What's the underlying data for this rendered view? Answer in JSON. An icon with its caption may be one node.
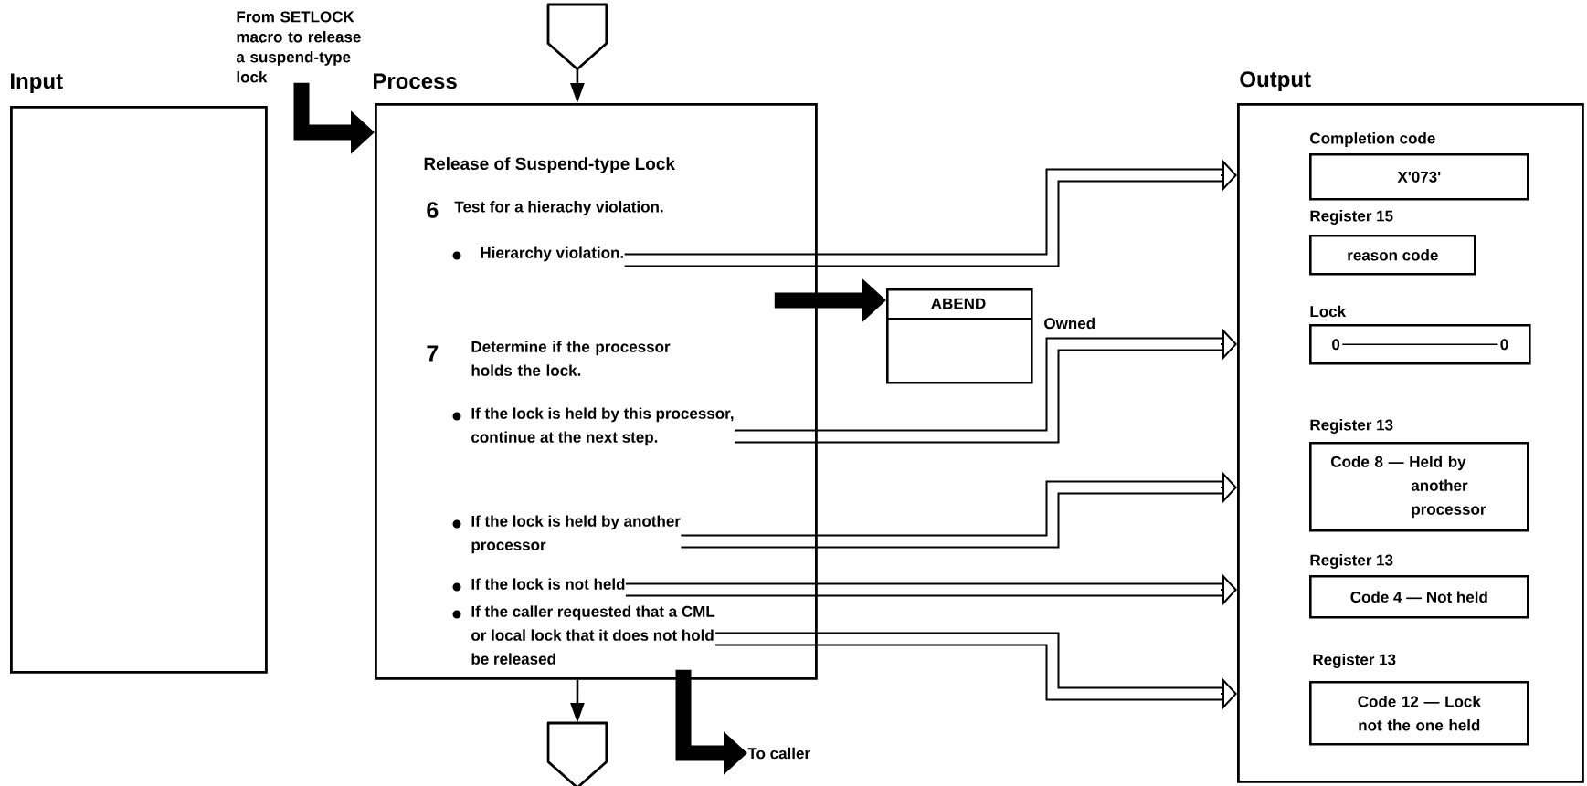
{
  "diagram": {
    "nodes": [
      {
        "text": [
          "Input"
        ]
      },
      {
        "text": [
          "From SETLOCK macro to release a suspend-type lock"
        ]
      },
      {
        "text": [],
        "shape": "pentagon"
      },
      {
        "text": [
          "Process",
          "Release of Suspend-type Lock",
          "6",
          "Test for a hierachy violation.",
          "7",
          "Determine if the processor holds the lock."
        ]
      },
      {
        "text": [
          "Hierarchy violation."
        ],
        "in": 3
      },
      {
        "text": [
          "If the lock is held by this processor, continue at the next step."
        ],
        "in": 3
      },
      {
        "text": [
          "If the lock is held by another processor"
        ],
        "in": 3
      },
      {
        "text": [
          "If the lock is not held"
        ],
        "in": 3
      },
      {
        "text": [
          "If the caller requested that a CML or local lock that it does not hold be released"
        ],
        "in": 3
      },
      {
        "text": [
          "ABEND"
        ]
      },
      {
        "text": [
          "Output"
        ]
      },
      {
        "text": [
          "Completion code",
          "X'073'"
        ],
        "in": 10
      },
      {
        "text": [
          "Register 15",
          "reason code"
        ],
        "in": 10
      },
      {
        "text": [
          "Lock",
          "0",
          "0"
        ],
        "in": 10
      },
      {
        "text": [
          "Register 13",
          "Code 8 — Held by another processor"
        ],
        "in": 10
      },
      {
        "text": [
          "Register 13",
          "Code 4 — Not held"
        ],
        "in": 10
      },
      {
        "text": [
          "Register 13",
          "Code 12 — Lock not the one held"
        ],
        "in": 10
      },
      {
        "text": [],
        "shape": "pentagon"
      },
      {
        "text": [
          "To caller"
        ]
      }
    ],
    "edges": [
      {
        "from": 1,
        "to": 3,
        "arrow": "to",
        "style": "thick"
      },
      {
        "from": 2,
        "to": 3,
        "arrow": "to"
      },
      {
        "from": 4,
        "to": 10,
        "arrow": "to"
      },
      {
        "from": 3,
        "to": 9,
        "arrow": "to",
        "style": "thick"
      },
      {
        "from": 5,
        "to": 10,
        "arrow": "to",
        "label": "Owned"
      },
      {
        "from": 6,
        "to": 10,
        "arrow": "to"
      },
      {
        "from": 7,
        "to": 10,
        "arrow": "to"
      },
      {
        "from": 8,
        "to": 10,
        "arrow": "to"
      },
      {
        "from": 3,
        "to": 17,
        "arrow": "to"
      },
      {
        "from": 3,
        "to": 18,
        "arrow": "to",
        "style": "thick"
      }
    ]
  }
}
